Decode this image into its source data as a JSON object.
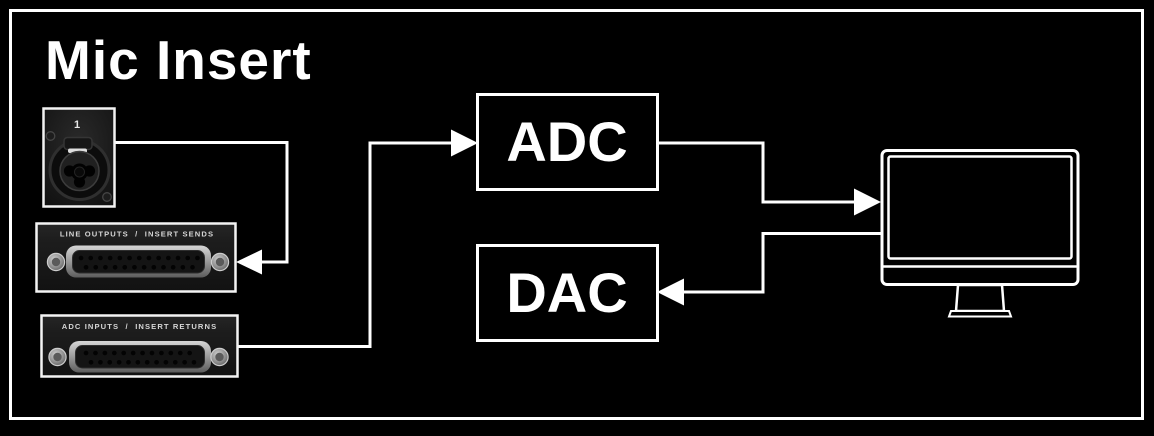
{
  "title": "Mic Insert",
  "jack": {
    "port_number": "1",
    "icon": "xlr-combo-jack-icon"
  },
  "panels": {
    "sends": {
      "label": "LINE OUTPUTS  /  INSERT SENDS",
      "icon": "db25-connector-icon"
    },
    "returns": {
      "label": "ADC INPUTS  /  INSERT RETURNS",
      "icon": "db25-connector-icon"
    }
  },
  "converters": {
    "adc": "ADC",
    "dac": "DAC"
  },
  "computer": {
    "icon": "computer-monitor-icon"
  },
  "connections": [
    {
      "from": "mic-input-jack",
      "to": "insert-sends-panel"
    },
    {
      "from": "insert-returns-panel",
      "to": "adc"
    },
    {
      "from": "adc",
      "to": "computer"
    },
    {
      "from": "computer",
      "to": "dac"
    }
  ],
  "colors": {
    "background": "#000000",
    "stroke": "#ffffff",
    "panel_background": "#1d1d1d",
    "panel_label_text": "#d6d6d6",
    "connector_metal": "#b5b5b5"
  }
}
